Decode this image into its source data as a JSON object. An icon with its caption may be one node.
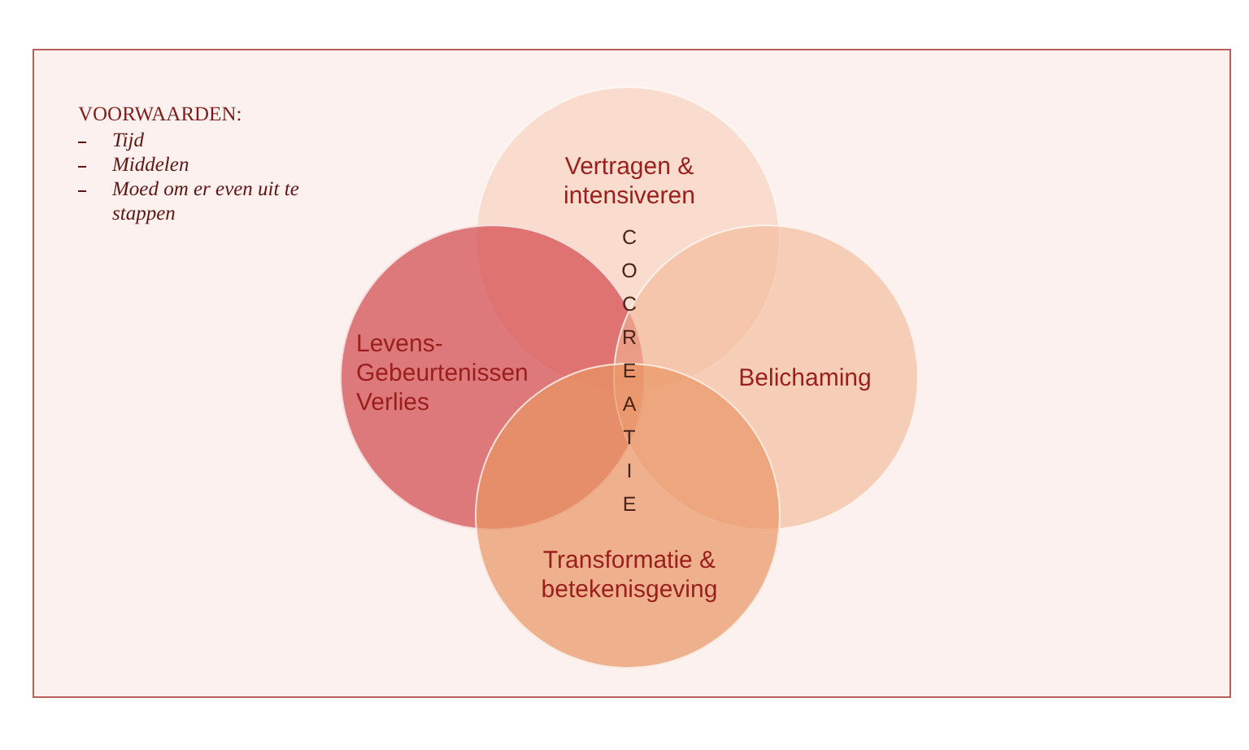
{
  "diagram": {
    "nodes": [
      {
        "text": [
          "Vertragen & intensiveren"
        ]
      },
      {
        "text": [
          "Levens- Gebeurtenissen Verlies"
        ]
      },
      {
        "text": [
          "Belichaming"
        ]
      },
      {
        "text": [
          "Transformatie & betekenisgeving"
        ]
      }
    ],
    "labels": [
      "VOORWAARDEN:",
      "Tijd",
      "Middelen",
      "Moed om er even uit te stappen",
      "COCREATIE"
    ]
  }
}
